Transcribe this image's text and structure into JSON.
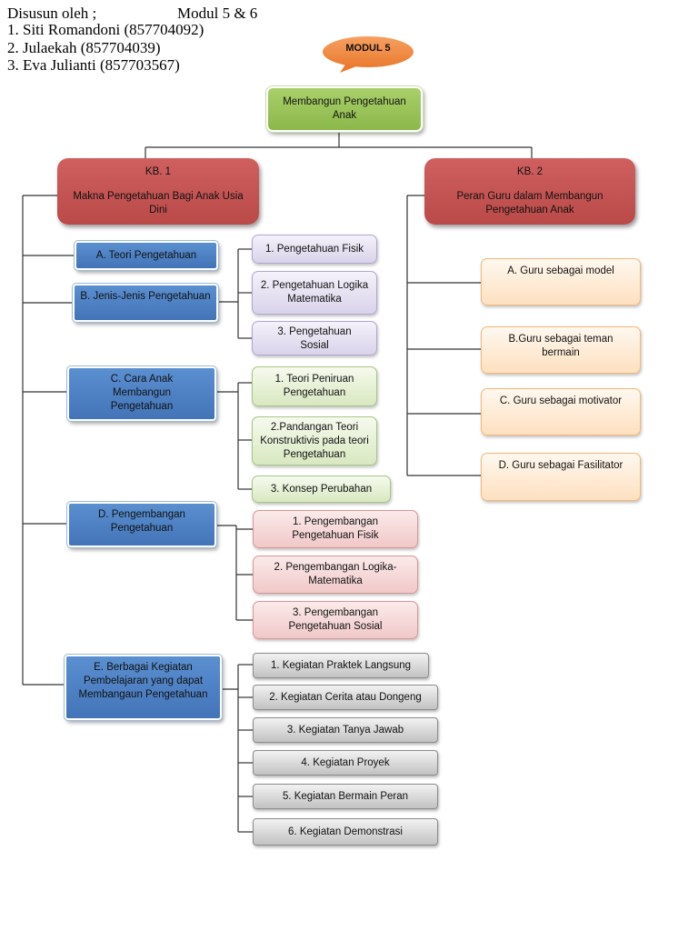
{
  "header": {
    "prepared_by": "Disusun oleh ;",
    "module": "Modul 5  & 6",
    "authors": [
      "1. Siti Romandoni (857704092)",
      "2. Julaekah (857704039)",
      "3. Eva Julianti (857703567)"
    ]
  },
  "bubble": {
    "label": "MODUL 5",
    "color": "#f0883c"
  },
  "root": {
    "label": "Membangun Pengetahuan Anak",
    "color": "#9bc55b"
  },
  "kb1": {
    "code": "KB. 1",
    "title": "Makna Pengetahuan Bagi Anak Usia Dini",
    "color": "#c0504d"
  },
  "kb2": {
    "code": "KB. 2",
    "title": "Peran Guru dalam Membangun Pengetahuan Anak",
    "color": "#c0504d"
  },
  "kb1_topics": [
    {
      "label": "A. Teori Pengetahuan"
    },
    {
      "label": "B. Jenis-Jenis Pengetahuan"
    },
    {
      "label": "C. Cara Anak Membangun Pengetahuan"
    },
    {
      "label": "D. Pengembangan Pengetahuan"
    },
    {
      "label": "E. Berbagai Kegiatan Pembelajaran yang dapat Membangaun Pengetahuan"
    }
  ],
  "jenis_items": [
    "1. Pengetahuan Fisik",
    "2. Pengetahuan Logika Matematika",
    "3. Pengetahuan Sosial"
  ],
  "cara_items": [
    "1. Teori Peniruan Pengetahuan",
    "2.Pandangan Teori Konstruktivis pada teori Pengetahuan",
    "3. Konsep Perubahan"
  ],
  "pengembangan_items": [
    "1. Pengembangan Pengetahuan Fisik",
    "2. Pengembangan Logika-Matematika",
    "3. Pengembangan Pengetahuan Sosial"
  ],
  "kegiatan_items": [
    "1. Kegiatan Praktek Langsung",
    "2. Kegiatan Cerita atau Dongeng",
    "3. Kegiatan Tanya Jawab",
    "4. Kegiatan Proyek",
    "5. Kegiatan Bermain Peran",
    "6. Kegiatan Demonstrasi"
  ],
  "kb2_items": [
    "A. Guru sebagai model",
    "B.Guru sebagai teman bermain",
    "C. Guru sebagai motivator",
    "D. Guru sebagai Fasilitator"
  ]
}
